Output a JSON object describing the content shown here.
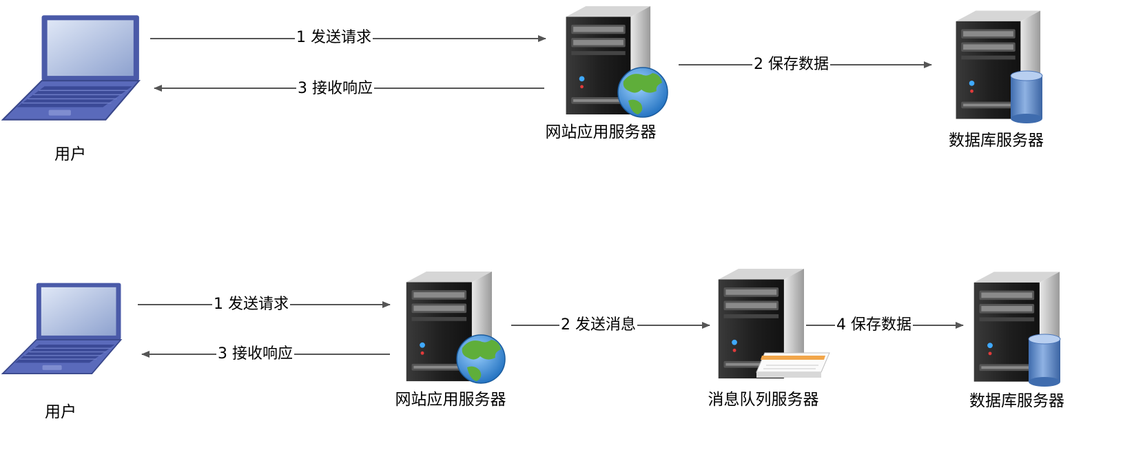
{
  "diagrams": [
    {
      "nodes": {
        "user": {
          "label": "用户",
          "icon": "laptop-icon"
        },
        "web_server": {
          "label": "网站应用服务器",
          "icon": "web-server-icon"
        },
        "db_server": {
          "label": "数据库服务器",
          "icon": "database-server-icon"
        }
      },
      "edges": {
        "send_request": {
          "label": "1  发送请求"
        },
        "receive_response": {
          "label": "3  接收响应"
        },
        "save_data": {
          "label": "2  保存数据"
        }
      }
    },
    {
      "nodes": {
        "user": {
          "label": "用户",
          "icon": "laptop-icon"
        },
        "web_server": {
          "label": "网站应用服务器",
          "icon": "web-server-icon"
        },
        "mq_server": {
          "label": "消息队列服务器",
          "icon": "message-queue-server-icon"
        },
        "db_server": {
          "label": "数据库服务器",
          "icon": "database-server-icon"
        }
      },
      "edges": {
        "send_request": {
          "label": "1  发送请求"
        },
        "receive_response": {
          "label": "3  接收响应"
        },
        "send_message": {
          "label": "2  发送消息"
        },
        "save_data": {
          "label": "4  保存数据"
        }
      }
    }
  ],
  "colors": {
    "line": "#555555",
    "laptop_frame": "#4a5aa8",
    "laptop_screen": "#a9b8d9",
    "server_body": "#2b2b2b",
    "globe_ocean": "#3a8fd6",
    "globe_land": "#5fae3a",
    "db_cylinder": "#5b86c4"
  }
}
